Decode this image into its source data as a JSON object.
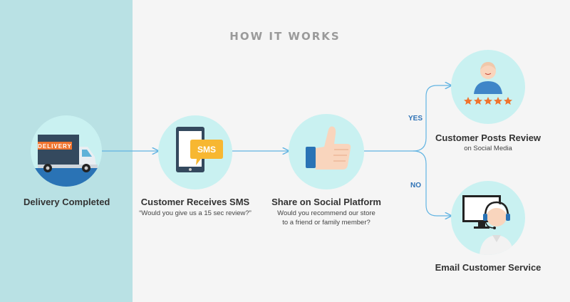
{
  "title": "HOW IT WORKS",
  "steps": {
    "delivery": {
      "label": "Delivery Completed",
      "truck_text": "DELIVERY"
    },
    "sms": {
      "label": "Customer Receives SMS",
      "sub": "“Would you give us a 15 sec review?”",
      "bubble_text": "SMS"
    },
    "share": {
      "label": "Share on Social Platform",
      "sub_line1": "Would you recommend our store",
      "sub_line2": "to a friend or family member?"
    },
    "review": {
      "label": "Customer Posts Review",
      "sub": "on Social Media",
      "stars": 5
    },
    "email": {
      "label": "Email Customer Service"
    }
  },
  "branches": {
    "yes": "YES",
    "no": "NO"
  },
  "colors": {
    "left_band": "#b9e1e4",
    "circle": "#c9f1f1",
    "arrow": "#62b4e2",
    "truck_orange": "#f0742e",
    "truck_dark": "#34495e",
    "star": "#f0742e",
    "thumb": "#f9d5bd",
    "person_blue": "#3f86c8"
  },
  "icons": [
    "delivery-truck-icon",
    "sms-phone-icon",
    "thumbs-up-icon",
    "reviewer-person-icon",
    "customer-service-agent-icon"
  ]
}
